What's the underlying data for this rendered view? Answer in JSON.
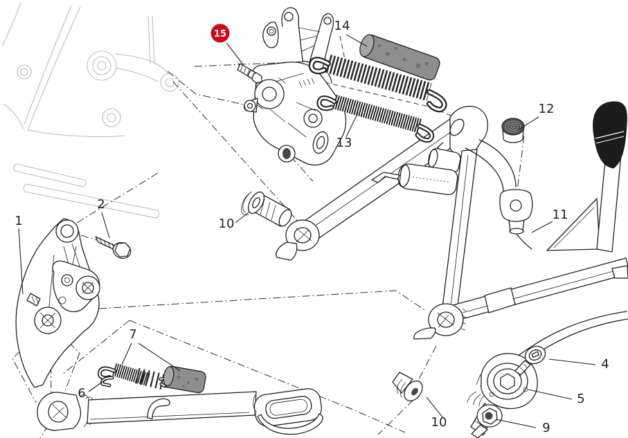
{
  "diagram": {
    "type": "exploded-parts-diagram",
    "subject": "motorcycle-side-stand-and-centre-stand-assembly",
    "background": "#ffffff",
    "colors": {
      "line": "#1f1f1f",
      "faint_line": "#bcbcbc",
      "rubber_fill": "#8e8e8e",
      "rubber_fill_light": "#a6a6a6",
      "knurl_fill": "#525252",
      "highlight_badge": "#cc0a1b",
      "badge_text": "#ffffff",
      "label_text": "#1f1f1f"
    },
    "callouts": [
      {
        "label": "1",
        "highlighted": false
      },
      {
        "label": "2",
        "highlighted": false
      },
      {
        "label": "4",
        "highlighted": false
      },
      {
        "label": "5",
        "highlighted": false
      },
      {
        "label": "6",
        "highlighted": false
      },
      {
        "label": "7",
        "highlighted": false
      },
      {
        "label": "9",
        "highlighted": false
      },
      {
        "label": "10",
        "highlighted": false
      },
      {
        "label": "10",
        "highlighted": false
      },
      {
        "label": "11",
        "highlighted": false
      },
      {
        "label": "12",
        "highlighted": false
      },
      {
        "label": "13",
        "highlighted": false
      },
      {
        "label": "14",
        "highlighted": false
      },
      {
        "label": "15",
        "highlighted": true
      }
    ]
  }
}
